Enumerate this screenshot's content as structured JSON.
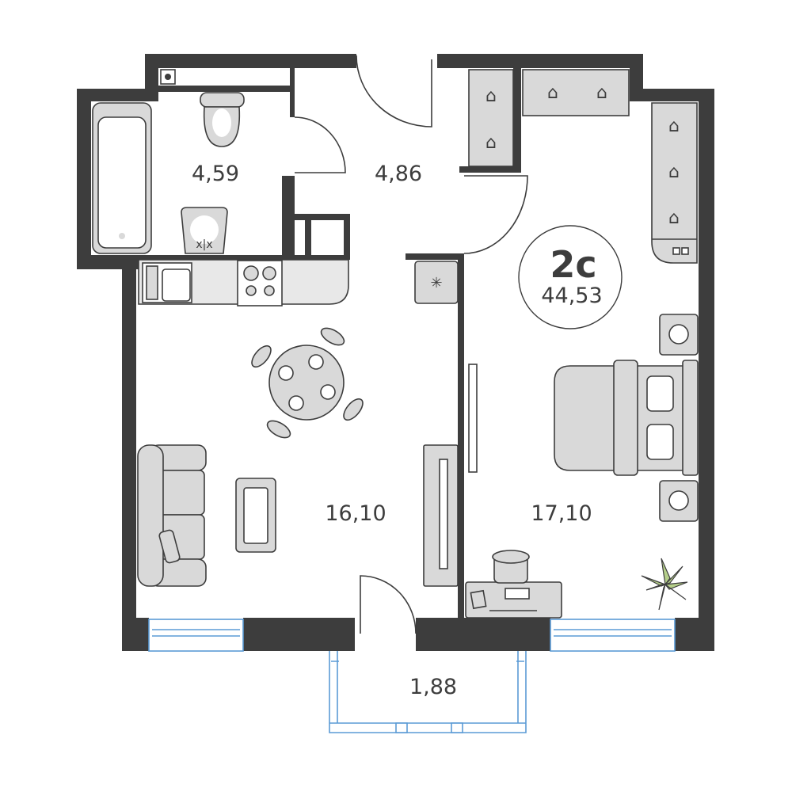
{
  "plan": {
    "type_label": "2c",
    "total_area": "44,53",
    "rooms": {
      "bathroom": "4,59",
      "hallway": "4,86",
      "living_kitchen": "16,10",
      "bedroom": "17,10",
      "balcony": "1,88"
    },
    "colors": {
      "wall": "#3d3d3d",
      "furniture": "#d9d9d9",
      "window": "#5b9bd5",
      "plant": "#b5cf8a"
    }
  }
}
